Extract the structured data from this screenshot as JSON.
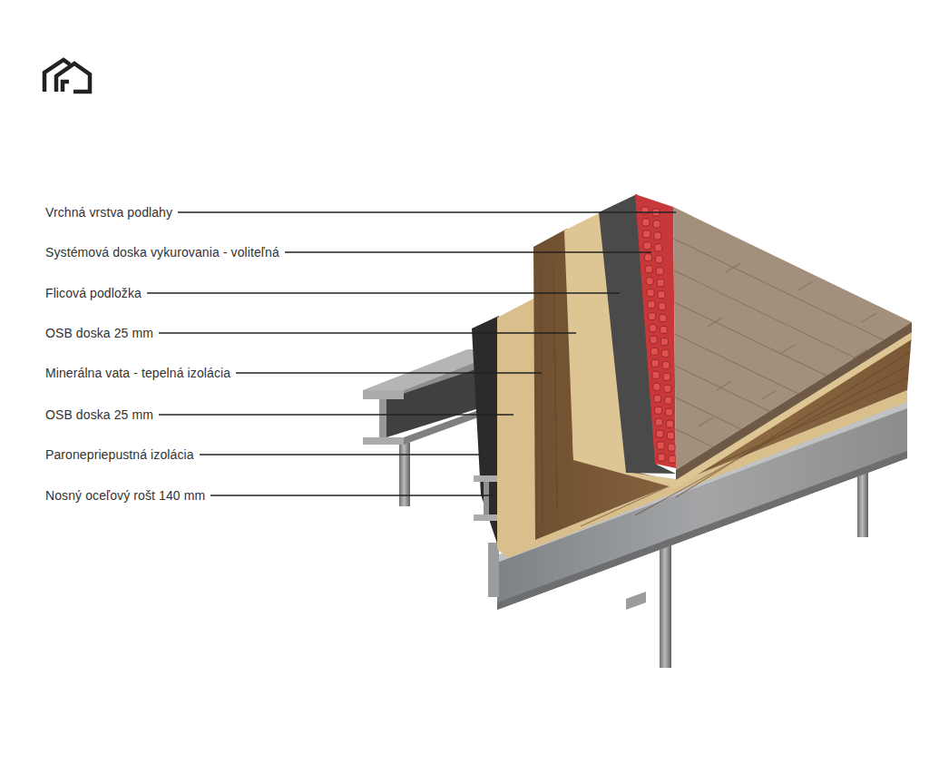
{
  "diagram": {
    "labels": [
      "Vrchná vrstva podlahy",
      "Systémová doska vykurovania - voliteľná",
      "Flicová podložka",
      "OSB doska 25 mm",
      "Minerálna vata - tepelná izolácia",
      "OSB doska 25 mm",
      "Paronepriepustná izolácia",
      "Nosný oceľový rošt 140 mm"
    ]
  }
}
